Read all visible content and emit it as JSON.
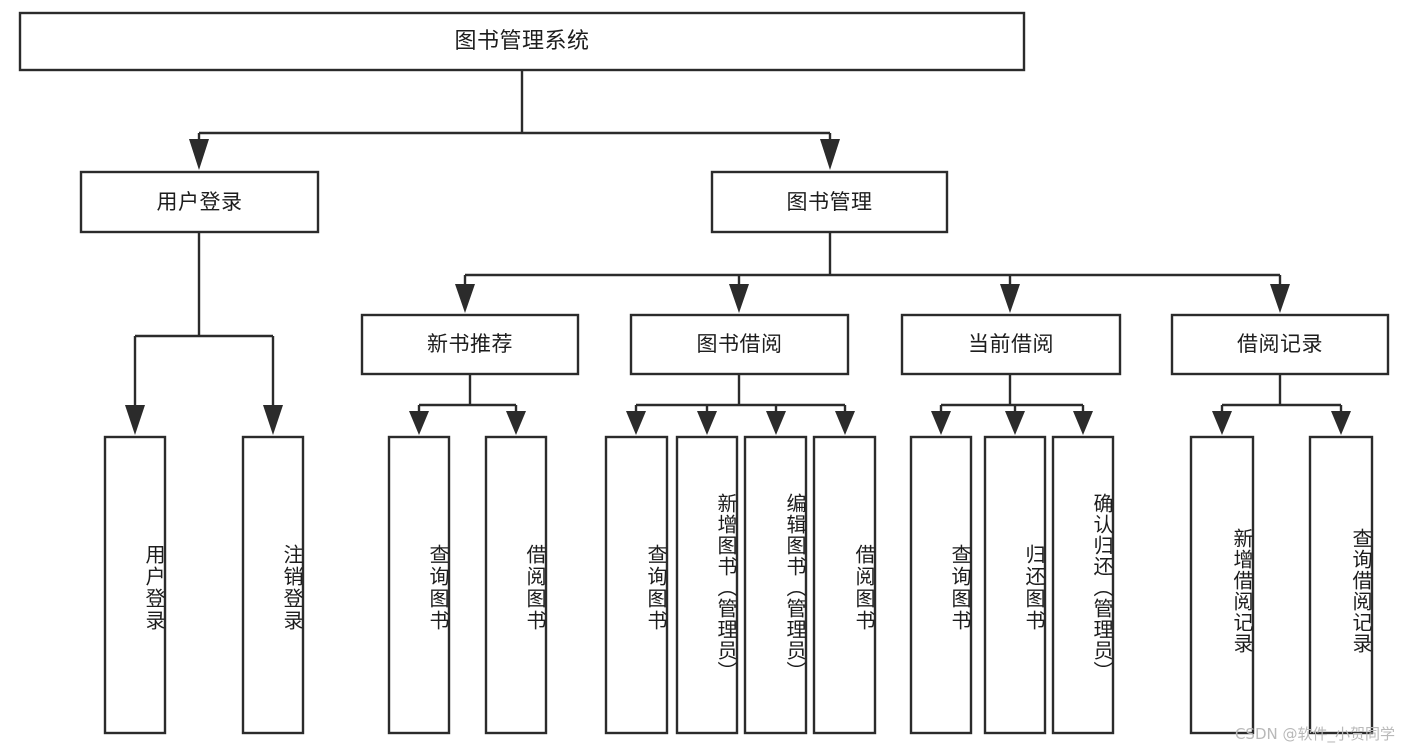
{
  "diagram": {
    "type": "hierarchy-tree",
    "title": "图书管理系统",
    "watermark": "CSDN @软件_小贺同学",
    "colors": {
      "stroke": "#2b2b2b",
      "box_fill": "#ffffff",
      "text": "#1d1d1d",
      "watermark": "#b9b9b9",
      "background": "#ffffff"
    },
    "levels": {
      "root": "图书管理系统",
      "level2": [
        "用户登录",
        "图书管理"
      ],
      "level3": [
        "新书推荐",
        "图书借阅",
        "当前借阅",
        "借阅记录"
      ]
    },
    "nodes": {
      "root": {
        "label": "图书管理系统"
      },
      "user_login": {
        "label": "用户登录"
      },
      "book_manage": {
        "label": "图书管理"
      },
      "new_book_rec": {
        "label": "新书推荐"
      },
      "book_borrow": {
        "label": "图书借阅"
      },
      "current_borrow": {
        "label": "当前借阅"
      },
      "borrow_record": {
        "label": "借阅记录"
      },
      "leaf_user_login": {
        "label": "用户登录"
      },
      "leaf_logout": {
        "label": "注销登录"
      },
      "leaf_rec_query": {
        "label": "查询图书"
      },
      "leaf_rec_borrow": {
        "label": "借阅图书"
      },
      "leaf_borrow_query": {
        "label": "查询图书"
      },
      "leaf_add_book": {
        "label": "新增图书（管理员）"
      },
      "leaf_edit_book": {
        "label": "编辑图书（管理员）"
      },
      "leaf_borrow_book": {
        "label": "借阅图书"
      },
      "leaf_cur_query": {
        "label": "查询图书"
      },
      "leaf_return_book": {
        "label": "归还图书"
      },
      "leaf_confirm_return": {
        "label": "确认归还（管理员）"
      },
      "leaf_add_record": {
        "label": "新增借阅记录"
      },
      "leaf_query_record": {
        "label": "查询借阅记录"
      }
    },
    "edges": [
      {
        "from": "root",
        "to": "user_login"
      },
      {
        "from": "root",
        "to": "book_manage"
      },
      {
        "from": "user_login",
        "to": "leaf_user_login"
      },
      {
        "from": "user_login",
        "to": "leaf_logout"
      },
      {
        "from": "book_manage",
        "to": "new_book_rec"
      },
      {
        "from": "book_manage",
        "to": "book_borrow"
      },
      {
        "from": "book_manage",
        "to": "current_borrow"
      },
      {
        "from": "book_manage",
        "to": "borrow_record"
      },
      {
        "from": "new_book_rec",
        "to": "leaf_rec_query"
      },
      {
        "from": "new_book_rec",
        "to": "leaf_rec_borrow"
      },
      {
        "from": "book_borrow",
        "to": "leaf_borrow_query"
      },
      {
        "from": "book_borrow",
        "to": "leaf_add_book"
      },
      {
        "from": "book_borrow",
        "to": "leaf_edit_book"
      },
      {
        "from": "book_borrow",
        "to": "leaf_borrow_book"
      },
      {
        "from": "current_borrow",
        "to": "leaf_cur_query"
      },
      {
        "from": "current_borrow",
        "to": "leaf_return_book"
      },
      {
        "from": "current_borrow",
        "to": "leaf_confirm_return"
      },
      {
        "from": "borrow_record",
        "to": "leaf_add_record"
      },
      {
        "from": "borrow_record",
        "to": "leaf_query_record"
      }
    ]
  }
}
